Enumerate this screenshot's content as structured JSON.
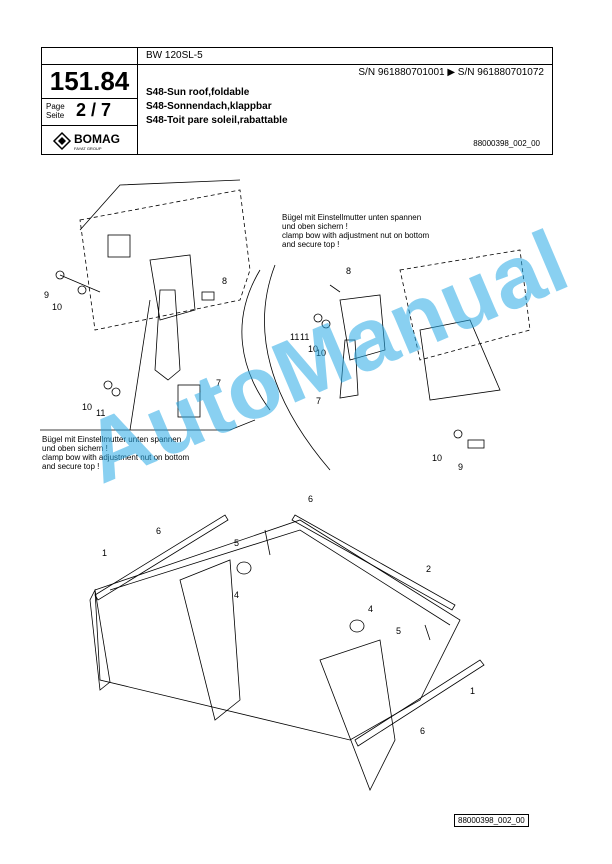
{
  "header": {
    "model": "BW 120SL-5",
    "serial_range": "S/N 961880701001  ▶  S/N 961880701072",
    "page_number": "151.84",
    "page_label_de_en": "Page\nSeite",
    "page_value": "2 / 7",
    "brand": "BOMAG",
    "brand_sub": "FAYAT GROUP",
    "titles": [
      "S48-Sun roof,foldable",
      "S48-Sonnendach,klappbar",
      "S48-Toit pare soleil,rabattable"
    ],
    "doc_ref": "88000398_002_00"
  },
  "notes": {
    "top_right": [
      "Bügel mit Einstellmutter unten spannen",
      "und oben sichern !",
      "clamp bow with adjustment nut on bottom",
      "and secure top !"
    ],
    "left": [
      "Bügel mit Einstellmutter unten spannen",
      "und oben sichern !",
      "clamp bow with adjustment nut on bottom",
      "and secure top !"
    ]
  },
  "callouts": [
    "9",
    "10",
    "8",
    "11",
    "10",
    "7",
    "10",
    "11",
    "8",
    "11",
    "10",
    "7",
    "10",
    "9",
    "6",
    "6",
    "1",
    "5",
    "4",
    "2",
    "4",
    "5",
    "1",
    "6"
  ],
  "watermark": "AutoManual",
  "footer_ref": "88000398_002_00"
}
